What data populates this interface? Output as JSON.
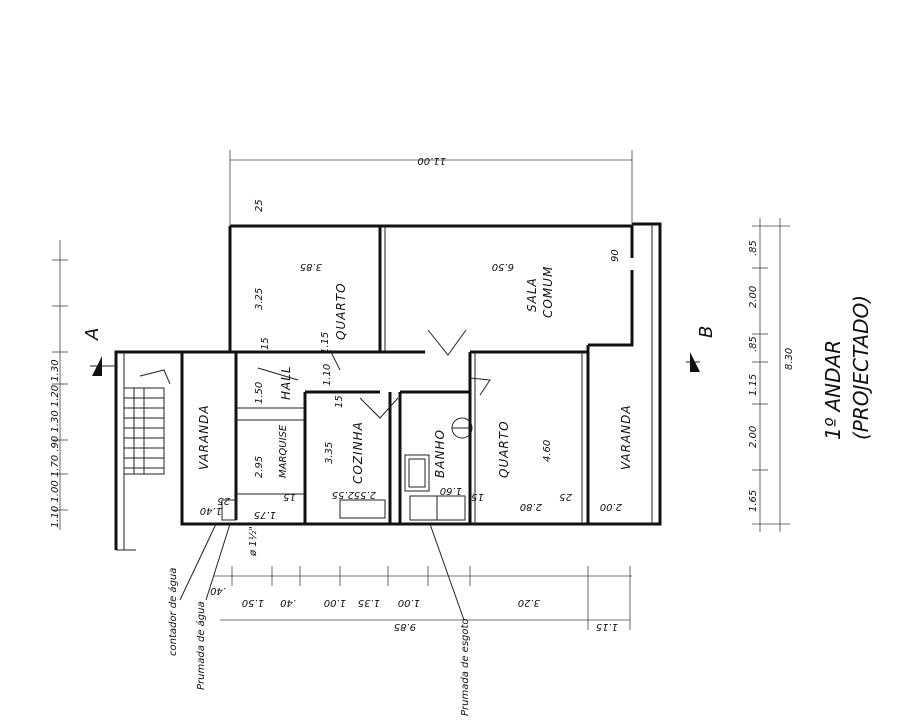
{
  "title": {
    "line1": "1º ANDAR",
    "line2": "(PROJECTADO)"
  },
  "rooms": {
    "quarto_top": "QUARTO",
    "sala": "SALA",
    "comum": "COMUM",
    "hall": "HALL",
    "cozinha": "COZINHA",
    "banho": "BANHO",
    "quarto_right": "QUARTO",
    "varanda_left": "VARANDA",
    "varanda_right": "VARANDA",
    "marquise": "MARQUISE"
  },
  "section_marks": {
    "a": "A",
    "b": "B"
  },
  "annotations": {
    "contador": "contador de água",
    "prumada_agua": "Prumada de água",
    "prumada_esgoto": "Prumada de esgoto",
    "diameter": "ø 1½\""
  },
  "dimensions": {
    "top_total": "11.00",
    "bottom_total": "9.85",
    "right_total": "8.30",
    "left_total": "1.10 1.00 1.70 .90 1.30 1.20 1.30",
    "right_segments": [
      "1.65",
      "2.00",
      "1.15",
      ".85",
      "2.00",
      ".85"
    ],
    "bottom_segments": [
      ".40",
      "1.50",
      ".40",
      "1.00",
      "1.35",
      "1.00",
      "3.20"
    ],
    "bottom_right": "1.15",
    "room_values": {
      "quarto_w": "3.85",
      "quarto_h": "3.25",
      "sala_w": "6.50",
      "hall_h": "1.50",
      "hall_w": "1.10",
      "cozinha_h": "3.35",
      "cozinha_w": "2.55",
      "cozinha_w2": "2.55",
      "banho_w": "1.60",
      "quarto_r_h": "4.60",
      "quarto_r_w": "2.80",
      "varanda_r_w": "2.00",
      "marquise_w": "2.95",
      "marquise_h": "1.75",
      "small_40": "1.40",
      "r25a": "25",
      "r25b": "25",
      "r15a": "15",
      "r15b": "15",
      "r15c": "15",
      "r15d": "15",
      "r90": "90",
      "r1_15": "1.15",
      "r25c": "25"
    }
  }
}
